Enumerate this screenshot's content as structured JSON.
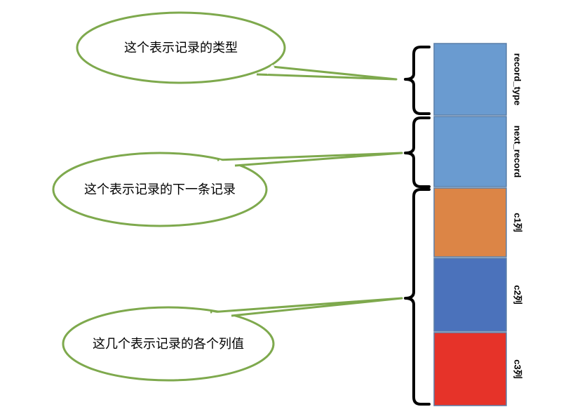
{
  "colors": {
    "bubble_stroke": "#7ea94d",
    "bubble_fill": "#ffffff",
    "brace": "#000000",
    "segment_stroke": "#5a7ea8"
  },
  "segments": [
    {
      "label": "record_type",
      "color": "#6a9bd0"
    },
    {
      "label": "next_record",
      "color": "#6a9bd0"
    },
    {
      "label": "c1列",
      "color": "#dc8546"
    },
    {
      "label": "c2列",
      "color": "#4b72bb"
    },
    {
      "label": "c3列",
      "color": "#e63329"
    }
  ],
  "callouts": [
    {
      "text": "这个表示记录的类型"
    },
    {
      "text": "这个表示记录的下一条记录"
    },
    {
      "text": "这几个表示记录的各个列值"
    }
  ]
}
